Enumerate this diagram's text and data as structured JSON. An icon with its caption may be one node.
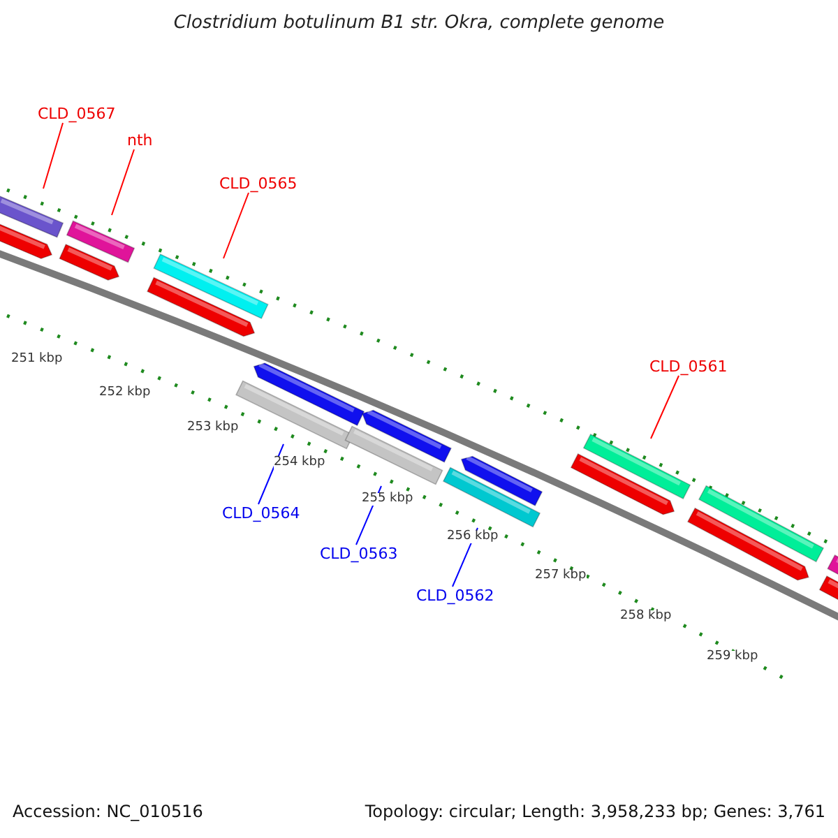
{
  "diagram": {
    "title": "Clostridium botulinum B1 str. Okra, complete genome",
    "nodes": [
      {
        "text": [
          "CLD_0567"
        ]
      },
      {
        "text": [
          "nth"
        ]
      },
      {
        "text": [
          "CLD_0565"
        ]
      },
      {
        "text": [
          "CLD_0561"
        ]
      },
      {
        "text": [
          "CLD_0564"
        ]
      },
      {
        "text": [
          "CLD_0563"
        ]
      },
      {
        "text": [
          "CLD_0562"
        ]
      },
      {
        "text": [],
        "shape": "bar"
      },
      {
        "text": [],
        "shape": "bar"
      },
      {
        "text": [],
        "shape": "bar"
      },
      {
        "text": [],
        "shape": "bar"
      },
      {
        "text": [],
        "shape": "bar"
      },
      {
        "text": [],
        "shape": "bar"
      },
      {
        "text": [],
        "shape": "bar"
      }
    ],
    "edges": [
      {
        "from": 0,
        "to": 7,
        "arrow": "none"
      },
      {
        "from": 1,
        "to": 8,
        "arrow": "none"
      },
      {
        "from": 2,
        "to": 9,
        "arrow": "none"
      },
      {
        "from": 3,
        "to": 10,
        "arrow": "none"
      },
      {
        "from": 4,
        "to": 11,
        "arrow": "none",
        "color": "#0000ff"
      },
      {
        "from": 5,
        "to": 12,
        "arrow": "none",
        "color": "#0000ff"
      },
      {
        "from": 6,
        "to": 13,
        "arrow": "none",
        "color": "#0000ff"
      }
    ],
    "labels": [
      "251 kbp",
      "252 kbp",
      "253 kbp",
      "254 kbp",
      "255 kbp",
      "256 kbp",
      "257 kbp",
      "258 kbp",
      "259 kbp",
      "Accession: NC_010516",
      "Topology: circular; Length: 3,958,233 bp; Genes: 3,761"
    ]
  }
}
